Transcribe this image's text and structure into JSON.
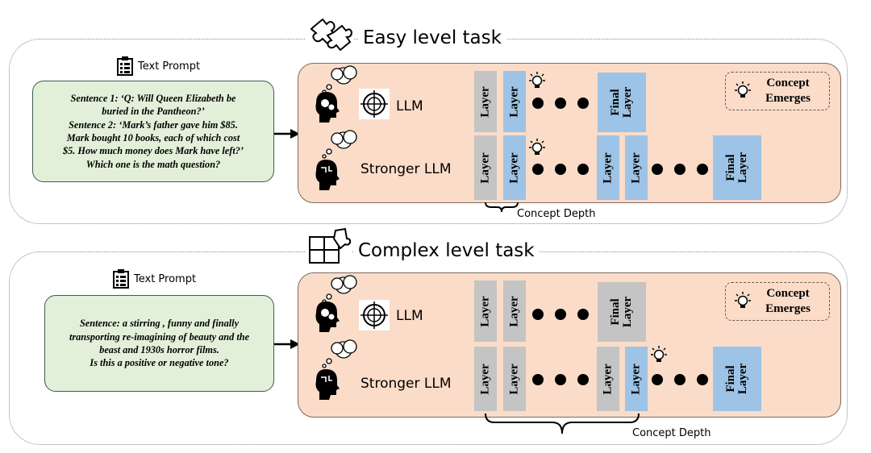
{
  "easy": {
    "title": "Easy level task",
    "text_prompt_label": "Text Prompt",
    "prompt_lines": [
      "Sentence 1: ‘Q: Will Queen Elizabeth be",
      "buried in the Pantheon?’",
      "Sentence 2: ‘Mark’s father gave him $85.",
      "Mark bought 10 books, each of which cost",
      "$5. How much money does Mark have left?’",
      "Which one is the math question?"
    ],
    "llm_label": "LLM",
    "stronger_llm_label": "Stronger LLM",
    "layer_label": "Layer",
    "final_layer_label": "Final Layer",
    "concept_label": "Concept Emerges",
    "concept_depth_label": "Concept Depth"
  },
  "complex": {
    "title": "Complex level task",
    "text_prompt_label": "Text Prompt",
    "prompt_lines": [
      "Sentence: a stirring , funny and finally",
      "transporting re-imagining of beauty and the",
      "beast and 1930s horror films.",
      "Is this a positive or negative tone?"
    ],
    "llm_label": "LLM",
    "stronger_llm_label": "Stronger LLM",
    "layer_label": "Layer",
    "final_layer_label": "Final Layer",
    "concept_label": "Concept Emerges",
    "concept_depth_label": "Concept Depth"
  },
  "colors": {
    "panel_fill": "#fadcc8",
    "prompt_fill": "#e2f0d9",
    "layer_gray": "#c4c4c4",
    "layer_blue": "#9dc3e6"
  },
  "icons": [
    "puzzle-icon",
    "clipboard-icon",
    "head-gears-icon",
    "brain-target-icon",
    "head-circuit-icon",
    "lightbulb-icon"
  ]
}
